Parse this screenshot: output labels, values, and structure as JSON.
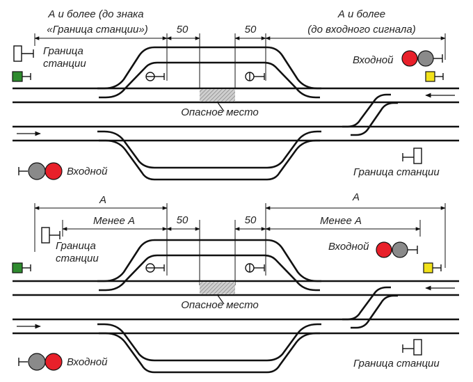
{
  "top": {
    "dim_left": [
      "А и более (до знака",
      "«Граница станции»)"
    ],
    "dim_right": [
      "А и более",
      "(до входного сигнала)"
    ],
    "dim_50_left": "50",
    "dim_50_right": "50",
    "label_border_left": [
      "Граница",
      "станции"
    ],
    "label_entry_right": "Входной",
    "label_danger": "Опасное место",
    "label_entry_left": "Входной",
    "label_border_right": "Граница станции"
  },
  "bottom": {
    "dim_A_left": "А",
    "dim_A_right": "А",
    "dim_less_left": "Менее А",
    "dim_less_right": "Менее А",
    "dim_50_left": "50",
    "dim_50_right": "50",
    "label_border_left": [
      "Граница",
      "станции"
    ],
    "label_entry_right": "Входной",
    "label_danger": "Опасное место",
    "label_entry_left": "Входной",
    "label_border_right": "Граница станции"
  },
  "colors": {
    "signal_red": "#e8202a",
    "signal_grey": "#8a8a8a",
    "signal_green": "#2e8b2e",
    "signal_yellow": "#f2e21a"
  }
}
